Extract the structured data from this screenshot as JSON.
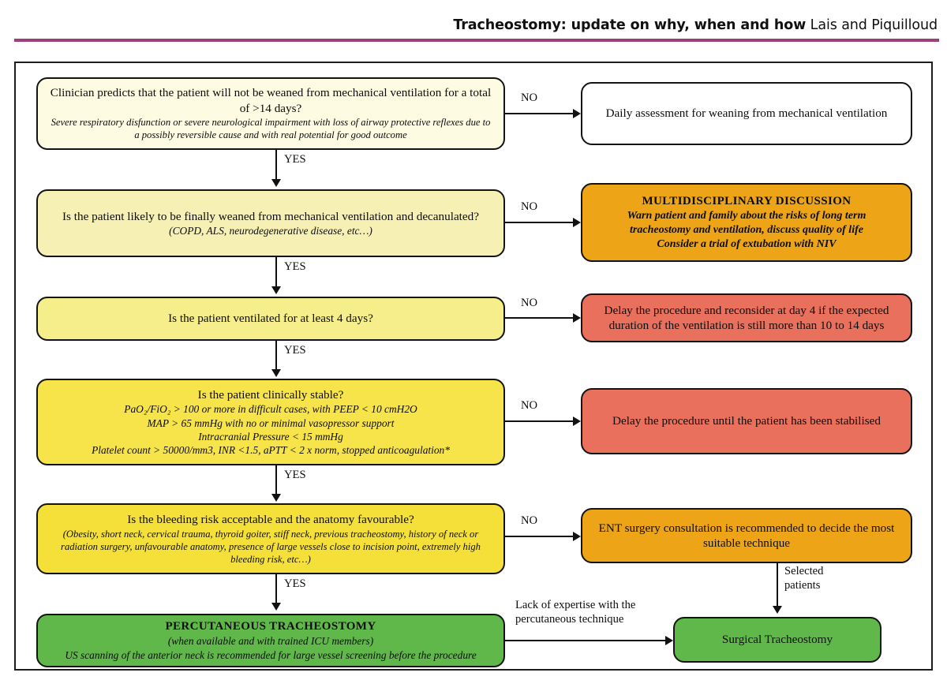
{
  "header": {
    "title_bold": "Tracheostomy: update on why, when and how",
    "title_authors": "Lais and Piquilloud",
    "rule_color": "#9c3f7a"
  },
  "colors": {
    "cream": "#fdfbe2",
    "pale_yellow": "#f7f0b4",
    "light_yellow": "#f5ee8a",
    "yellow": "#f7e34a",
    "strong_yellow": "#f5e03a",
    "orange": "#eda517",
    "red": "#e8705c",
    "green": "#5fb849",
    "white": "#ffffff",
    "border": "#141414"
  },
  "nodes": {
    "q1": {
      "name": "decision-predicted-weaning",
      "main": "Clinician predicts that the patient will not be weaned from mechanical ventilation for a total of >14 days?",
      "sub": "Severe respiratory disfunction or severe neurological impairment with loss of airway protective reflexes due to a possibly reversible cause and with real potential for good outcome",
      "fill": "#fdfbe2"
    },
    "out1": {
      "name": "outcome-daily-assessment",
      "main": "Daily assessment for weaning from mechanical ventilation",
      "fill": "#ffffff"
    },
    "q2": {
      "name": "decision-finally-weaned",
      "main": "Is the patient likely to be finally weaned from mechanical ventilation and decanulated?",
      "sub": "(COPD, ALS, neurodegenerative disease, etc…)",
      "fill": "#f7f0b4"
    },
    "out2": {
      "name": "outcome-multidisciplinary-discussion",
      "heading": "MULTIDISCIPLINARY DISCUSSION",
      "line1": "Warn patient and family about the risks of long term",
      "line2": "tracheostomy and ventilation, discuss quality of life",
      "line3": "Consider a trial of extubation with NIV",
      "fill": "#eda517"
    },
    "q3": {
      "name": "decision-ventilated-4-days",
      "main": "Is the patient ventilated for at least 4 days?",
      "fill": "#f5ee8a"
    },
    "out3": {
      "name": "outcome-delay-reconsider-day4",
      "main": "Delay the procedure and reconsider at day 4 if the expected duration of the ventilation is still more than 10 to 14 days",
      "fill": "#e8705c"
    },
    "q4": {
      "name": "decision-clinically-stable",
      "main": "Is the patient clinically stable?",
      "criteria": [
        "PaO₂/FiO₂ > 100 or more in difficult cases, with PEEP < 10 cmH2O",
        "MAP > 65 mmHg with no or minimal vasopressor support",
        "Intracranial Pressure < 15 mmHg",
        "Platelet count > 50000/mm3, INR <1.5, aPTT < 2 x norm, stopped anticoagulation*"
      ],
      "fill": "#f7e34a"
    },
    "out4": {
      "name": "outcome-delay-until-stabilised",
      "main": "Delay the procedure until the patient has been stabilised",
      "fill": "#e8705c"
    },
    "q5": {
      "name": "decision-bleeding-risk-anatomy",
      "main": "Is the bleeding risk acceptable and the anatomy favourable?",
      "sub": "(Obesity, short neck, cervical trauma, thyroid goiter, stiff neck, previous tracheostomy, history of neck or radiation surgery, unfavourable anatomy, presence of large vessels close to incision point, extremely high bleeding risk, etc…)",
      "fill": "#f5e03a"
    },
    "out5": {
      "name": "outcome-ent-consultation",
      "main": "ENT surgery consultation is recommended to decide the most suitable technique",
      "fill": "#eda517"
    },
    "final_percutaneous": {
      "name": "outcome-percutaneous-tracheostomy",
      "heading": "PERCUTANEOUS TRACHEOSTOMY",
      "sub1": "(when available and with trained ICU members)",
      "sub2": "US scanning of the anterior neck is recommended for large vessel screening before the procedure",
      "fill": "#5fb849"
    },
    "final_surgical": {
      "name": "outcome-surgical-tracheostomy",
      "main": "Surgical Tracheostomy",
      "fill": "#5fb849"
    }
  },
  "edges": {
    "no_1": "NO",
    "no_2": "NO",
    "no_3": "NO",
    "no_4": "NO",
    "no_5": "NO",
    "yes_1": "YES",
    "yes_2": "YES",
    "yes_3": "YES",
    "yes_4": "YES",
    "yes_5": "YES",
    "selected_patients_l1": "Selected",
    "selected_patients_l2": "patients",
    "lack_expertise_l1": "Lack of expertise with the",
    "lack_expertise_l2": "percutaneous technique"
  }
}
